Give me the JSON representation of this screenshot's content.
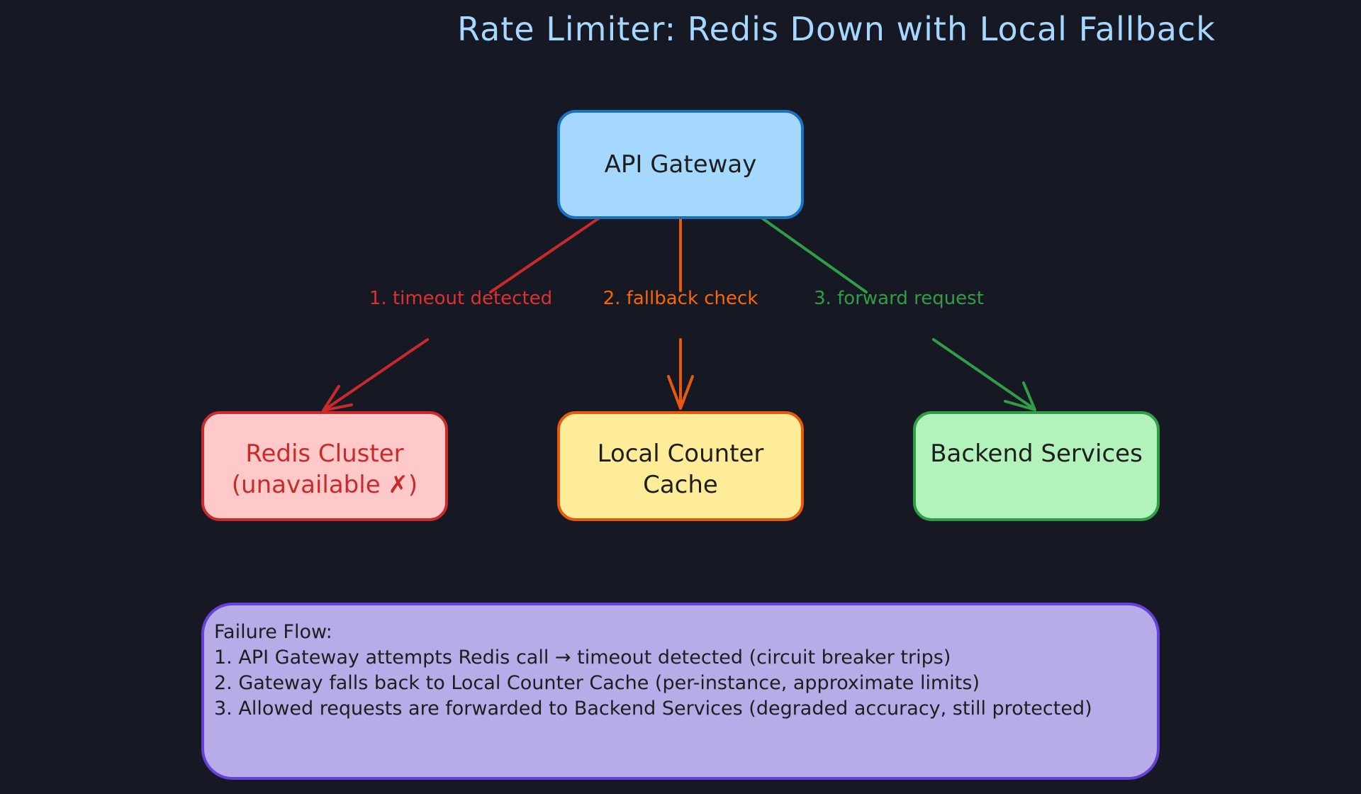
{
  "title": "Rate Limiter: Redis Down with Local Fallback",
  "nodes": {
    "gateway": "API Gateway",
    "redis": "Redis Cluster\n(unavailable ✗)",
    "cache": "Local Counter\nCache",
    "backend": "Backend Services"
  },
  "edges": {
    "timeout": "1. timeout detected",
    "fallback": "2. fallback check",
    "forward": "3. forward request"
  },
  "notes": {
    "heading": "Failure Flow:",
    "lines": [
      "1. API Gateway attempts Redis call → timeout detected (circuit breaker trips)",
      "2. Gateway falls back to Local Counter Cache (per-instance, approximate limits)",
      "3. Allowed requests are forwarded to Backend Services (degraded accuracy, still protected)"
    ]
  },
  "colors": {
    "background": "#161823",
    "title": "#a5d8ff",
    "gateway_fill": "#a5d8ff",
    "gateway_stroke": "#1971c2",
    "redis_fill": "#ffc9c9",
    "redis_stroke": "#c92a2a",
    "cache_fill": "#ffec99",
    "cache_stroke": "#e8590c",
    "backend_fill": "#b2f2bb",
    "backend_stroke": "#2f9e44",
    "notes_fill": "#b7abe8",
    "notes_stroke": "#6741d9"
  }
}
